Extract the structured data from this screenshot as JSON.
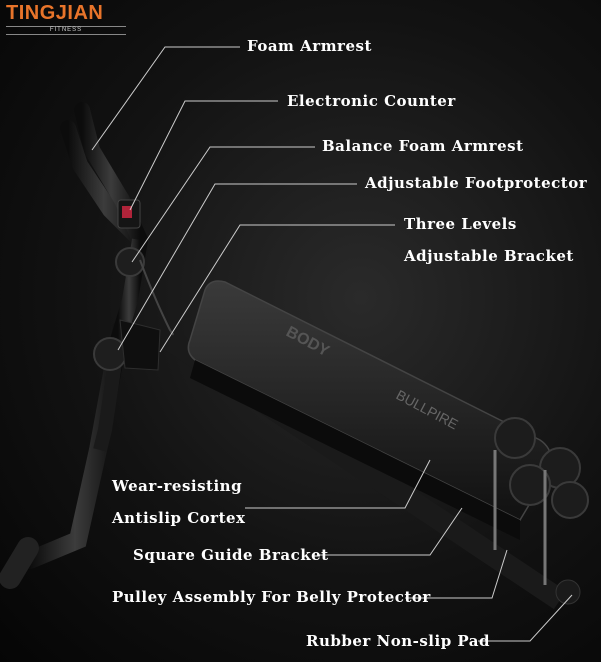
{
  "brand": {
    "name": "TINGJIAN",
    "subtitle": "FITNESS"
  },
  "product_print": {
    "deck_text": "BODY",
    "side_text": "BULLPIRE"
  },
  "labels": {
    "foam_armrest": "Foam Armrest",
    "electronic_counter": "Electronic Counter",
    "balance_foam_armrest": "Balance Foam Armrest",
    "adjustable_footprotector": "Adjustable Footprotector",
    "three_levels": "Three Levels",
    "adjustable_bracket": "Adjustable Bracket",
    "wear_resisting": "Wear-resisting",
    "antislip_cortex": "Antislip Cortex",
    "square_guide_bracket": "Square Guide Bracket",
    "pulley_assembly": "Pulley Assembly For Belly Protector",
    "rubber_pad": "Rubber Non-slip Pad"
  }
}
